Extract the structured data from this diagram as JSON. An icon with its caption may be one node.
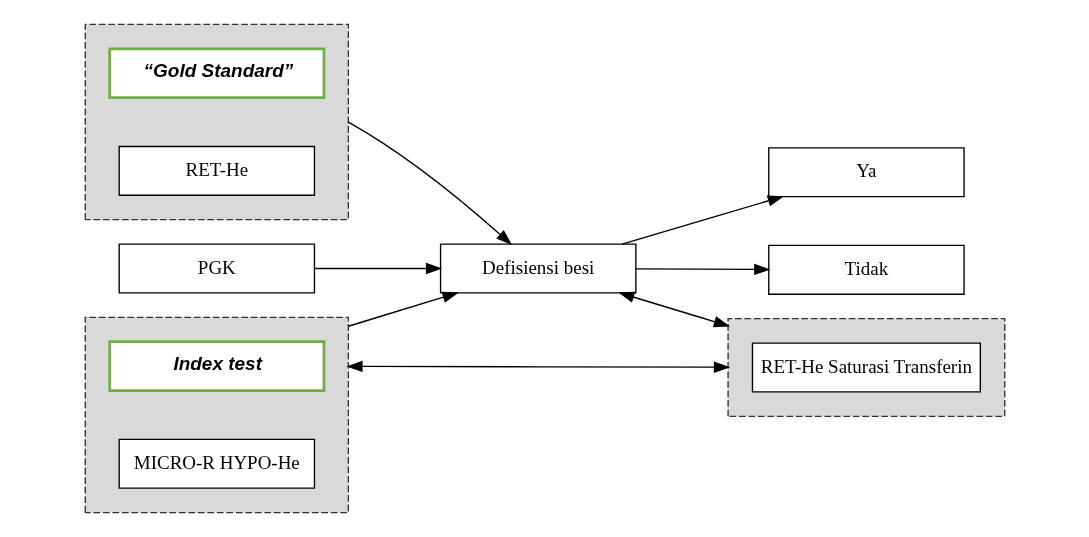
{
  "diagram": {
    "nodes": [
      {
        "text": [],
        "shape": "box"
      },
      {
        "text": [
          "“Gold Standard”"
        ],
        "in": 0
      },
      {
        "text": [
          "RET-He"
        ],
        "in": 0
      },
      {
        "text": [],
        "shape": "box"
      },
      {
        "text": [
          "Index test"
        ],
        "in": 3
      },
      {
        "text": [
          "MICRO-R HYPO-He"
        ],
        "in": 3
      },
      {
        "text": [
          "PGK"
        ]
      },
      {
        "text": [
          "Defisiensi besi"
        ]
      },
      {
        "text": [
          "Ya"
        ]
      },
      {
        "text": [
          "Tidak"
        ]
      },
      {
        "text": [],
        "shape": "box"
      },
      {
        "text": [
          "RET-He Saturasi Transferin"
        ],
        "in": 10
      }
    ],
    "edges": [
      {
        "from": 0,
        "to": 7,
        "arrow": "to"
      },
      {
        "from": 3,
        "to": 7,
        "arrow": "to"
      },
      {
        "from": 6,
        "to": 7,
        "arrow": "to"
      },
      {
        "from": 7,
        "to": 8,
        "arrow": "to"
      },
      {
        "from": 7,
        "to": 9,
        "arrow": "to"
      },
      {
        "from": 7,
        "to": 10,
        "arrow": "both"
      },
      {
        "from": 3,
        "to": 10,
        "arrow": "both"
      }
    ]
  }
}
